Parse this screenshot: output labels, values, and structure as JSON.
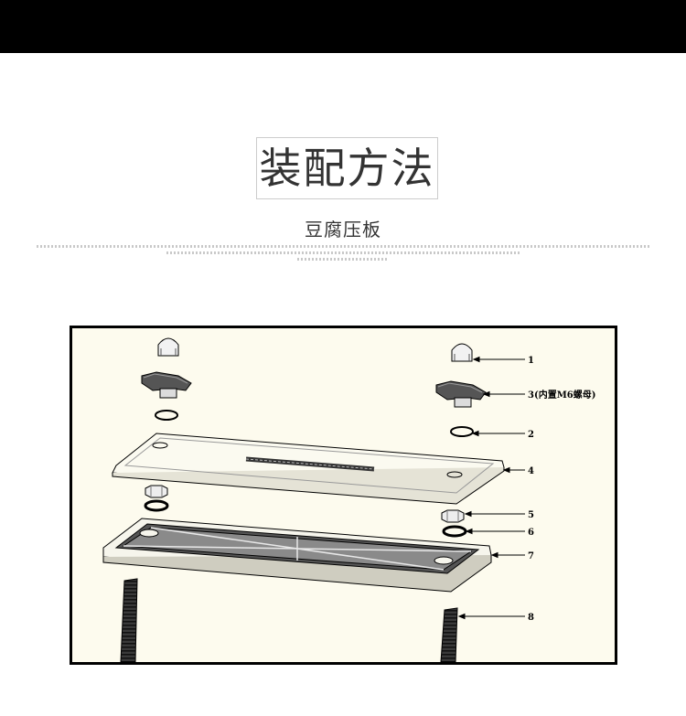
{
  "header": {
    "title": "装配方法",
    "subtitle": "豆腐压板"
  },
  "diagram": {
    "background": "#fdfbee",
    "parts": [
      {
        "id": "1",
        "label": "1",
        "name": "cap-nut"
      },
      {
        "id": "2",
        "label": "2",
        "name": "washer-top"
      },
      {
        "id": "3",
        "label": "3(内置M6螺母)",
        "name": "wing-knob"
      },
      {
        "id": "4",
        "label": "4",
        "name": "press-plate"
      },
      {
        "id": "5",
        "label": "5",
        "name": "hex-nut"
      },
      {
        "id": "6",
        "label": "6",
        "name": "washer-bottom"
      },
      {
        "id": "7",
        "label": "7",
        "name": "base-tray"
      },
      {
        "id": "8",
        "label": "8",
        "name": "threaded-rod"
      }
    ]
  }
}
